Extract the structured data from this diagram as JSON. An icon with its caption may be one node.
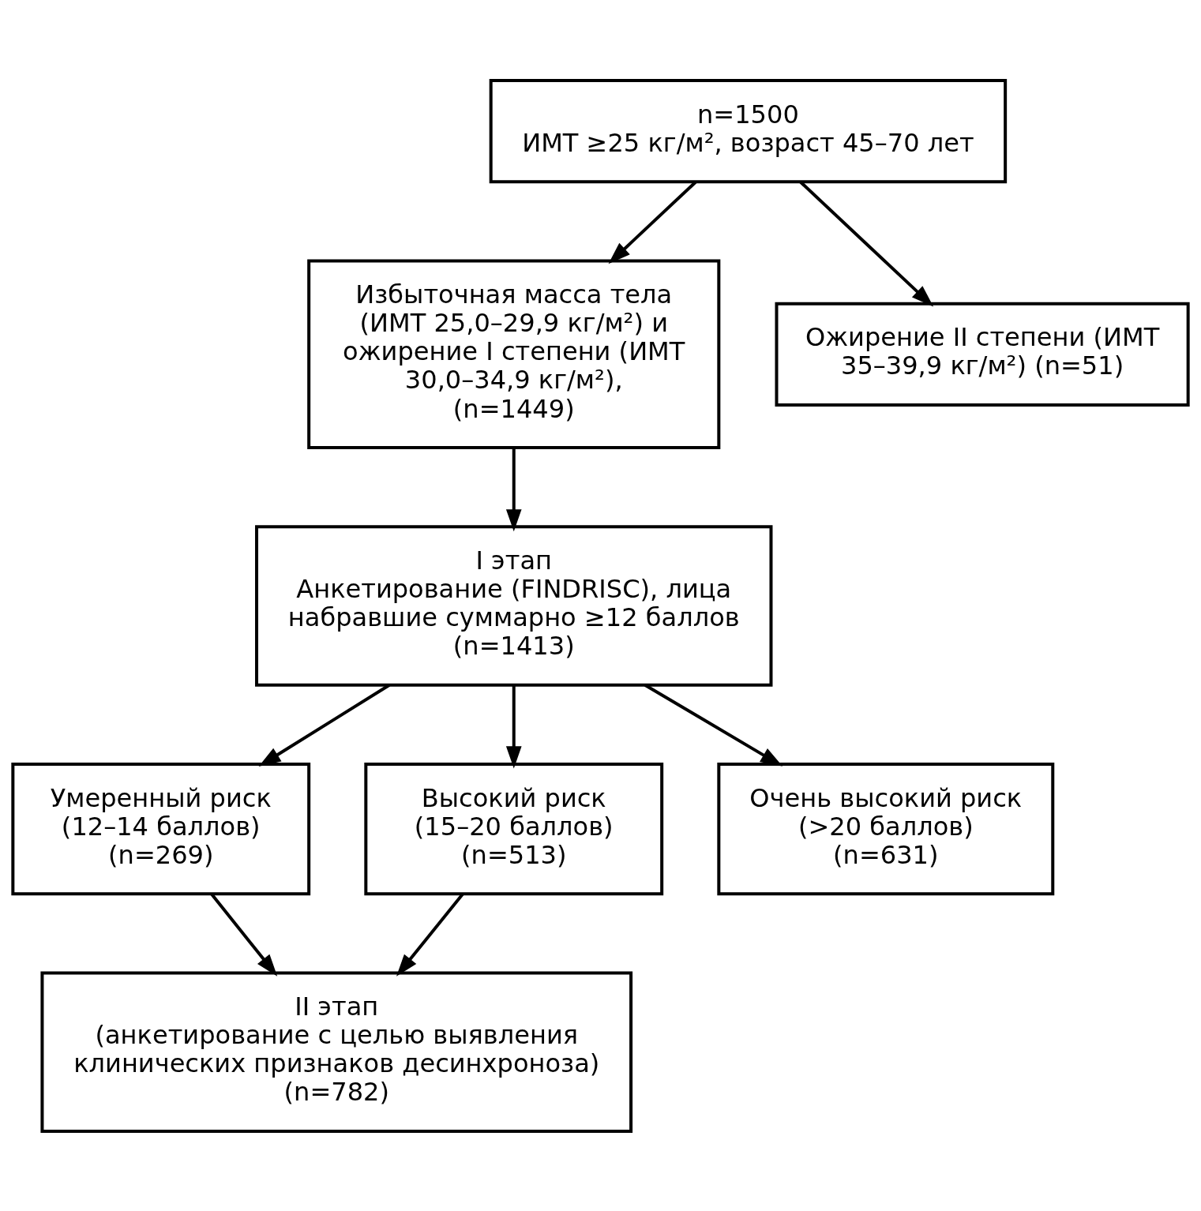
{
  "diagram": {
    "nodes": [
      {
        "text": [
          "n=1500",
          "ИМТ ≥25 кг/м², возраст 45–70 лет"
        ]
      },
      {
        "text": [
          "Избыточная масса тела (ИМТ 25,0–29,9 кг/м²) и ожирение I степени (ИМТ 30,0–34,9 кг/м²), (n=1449)"
        ]
      },
      {
        "text": [
          "Ожирение II степени (ИМТ 35–39,9 кг/м²) (n=51)"
        ]
      },
      {
        "text": [
          "I этап",
          "Анкетирование (FINDRISC), лица набравшие суммарно ≥12 баллов",
          "(n=1413)"
        ]
      },
      {
        "text": [
          "Умеренный риск",
          "(12–14 баллов)",
          "(n=269)"
        ]
      },
      {
        "text": [
          "Высокий риск",
          "(15–20 баллов)",
          "(n=513)"
        ]
      },
      {
        "text": [
          "Очень высокий риск",
          "(>20 баллов)",
          "(n=631)"
        ]
      },
      {
        "text": [
          "II этап",
          "(анкетирование с целью выявления клинических признаков десинхроноза)",
          "(n=782)"
        ]
      }
    ],
    "edges": [
      {
        "from": 0,
        "to": 1,
        "arrow": "to"
      },
      {
        "from": 0,
        "to": 2,
        "arrow": "to"
      },
      {
        "from": 1,
        "to": 3,
        "arrow": "to"
      },
      {
        "from": 3,
        "to": 4,
        "arrow": "to"
      },
      {
        "from": 3,
        "to": 5,
        "arrow": "to"
      },
      {
        "from": 3,
        "to": 6,
        "arrow": "to"
      },
      {
        "from": 4,
        "to": 7,
        "arrow": "to"
      },
      {
        "from": 5,
        "to": 7,
        "arrow": "to"
      }
    ]
  }
}
